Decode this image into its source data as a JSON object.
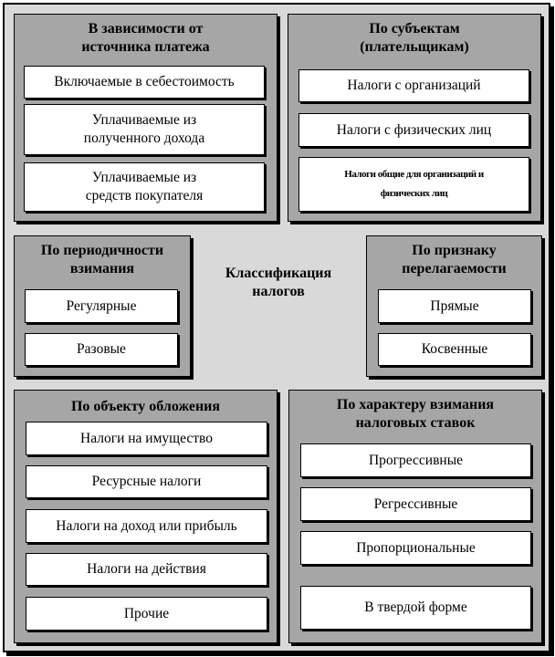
{
  "center_label": "Классификация\nналогов",
  "groups": {
    "source": {
      "title": "В зависимости от\nисточника платежа",
      "items": [
        "Включаемые в себестоимость",
        "Уплачиваемые из\nполученного дохода",
        "Уплачиваемые из\nсредств покупателя"
      ]
    },
    "subjects": {
      "title": "По субъектам\n(плательщикам)",
      "items": [
        "Налоги с организаций",
        "Налоги с физических лиц",
        "Налоги общие для организаций и\nфизических лиц"
      ]
    },
    "periodicity": {
      "title": "По периодичности\nвзимания",
      "items": [
        "Регулярные",
        "Разовые"
      ]
    },
    "shifting": {
      "title": "По признаку\nперелагаемости",
      "items": [
        "Прямые",
        "Косвенные"
      ]
    },
    "object": {
      "title": "По объекту обложения",
      "items": [
        "Налоги на имущество",
        "Ресурсные налоги",
        "Налоги на доход или прибыль",
        "Налоги на действия",
        "Прочие"
      ]
    },
    "rates": {
      "title": "По характеру взимания\nналоговых ставок",
      "items": [
        "Прогрессивные",
        "Регрессивные",
        "Пропорциональные",
        "В твердой форме"
      ]
    }
  }
}
